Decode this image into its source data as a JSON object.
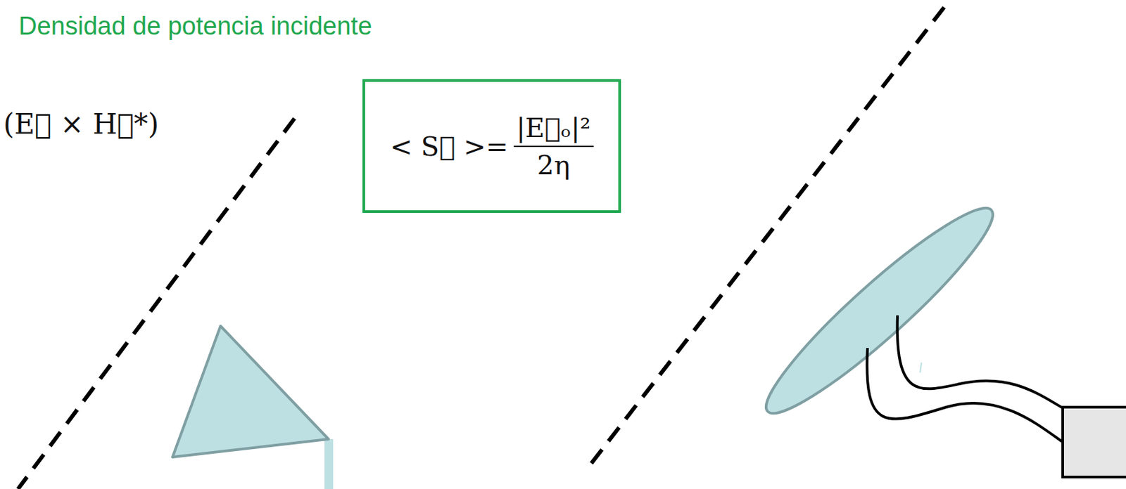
{
  "diagram": {
    "title": "Densidad de potencia incidente",
    "nodes": [
      {
        "text": [
          "< S⃗ >=",
          "|E⃗ₒ|²",
          "2η"
        ]
      }
    ],
    "labels": [
      "(E⃗ × H⃗*)"
    ]
  }
}
